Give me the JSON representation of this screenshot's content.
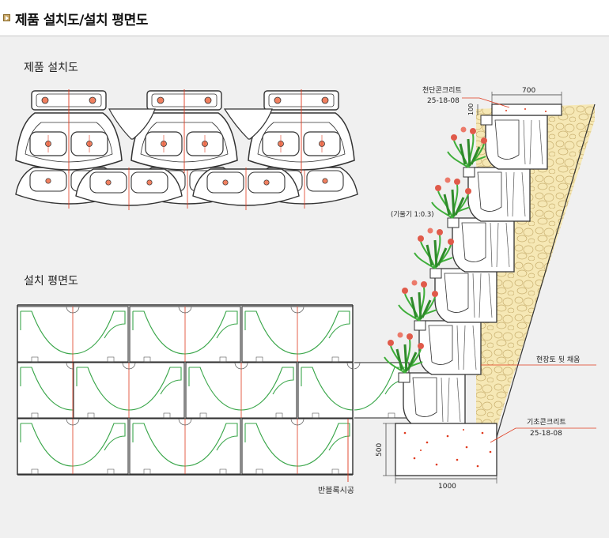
{
  "header": {
    "title": "제품 설치도/설치 평면도"
  },
  "install_view": {
    "title": "제품 설치도"
  },
  "plan_view": {
    "title": "설치 평면도",
    "note": "반블록시공"
  },
  "section": {
    "top_concrete_label": "천단콘크리트",
    "top_concrete_spec": "25-18-08",
    "top_width": "700",
    "top_height": "100",
    "slope": "(기울기 1:0.3)",
    "backfill": "현장토 뒷 채움",
    "base_concrete_label": "기초콘크리트",
    "base_concrete_spec": "25-18-08",
    "base_height": "500",
    "base_width": "1000"
  },
  "colors": {
    "line": "#333333",
    "centerline": "#e03a1e",
    "planting_zone": "#3aa64a",
    "plant_green": "#3fae3a",
    "flower": "#e05a4a",
    "backfill": "#f6e8b5"
  }
}
